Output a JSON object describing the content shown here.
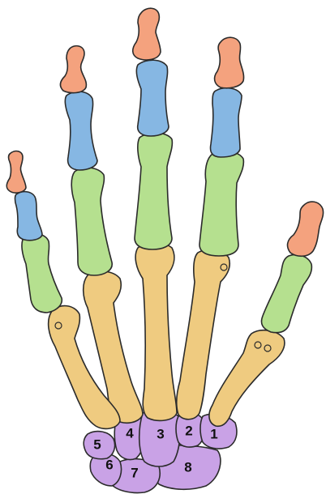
{
  "colors": {
    "distal_phalanx": "#f4a27e",
    "middle_phalanx": "#86b7e3",
    "proximal_phalanx": "#b5e08f",
    "metacarpal": "#efcb80",
    "carpal": "#c9a2e6",
    "outline": "#2b2b2b"
  },
  "carpal_labels": {
    "c1": "1",
    "c2": "2",
    "c3": "3",
    "c4": "4",
    "c5": "5",
    "c6": "6",
    "c7": "7",
    "c8": "8"
  }
}
